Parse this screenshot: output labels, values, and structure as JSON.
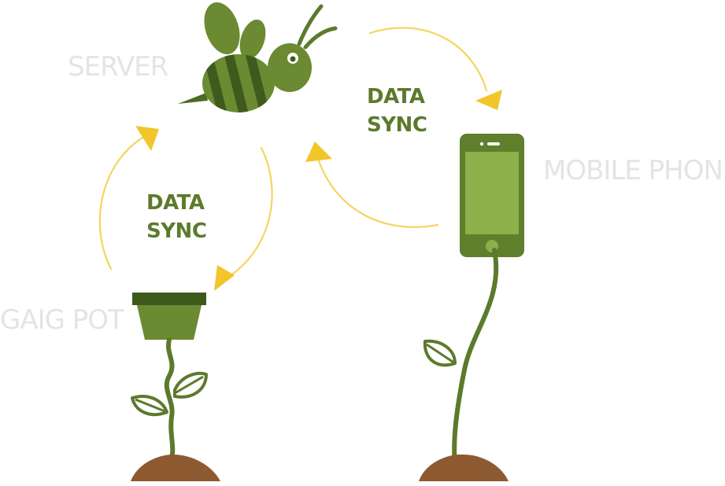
{
  "labels": {
    "server": "SERVER",
    "mobile_phone": "MOBILE PHONE",
    "gaig_pot": "GAIG POT"
  },
  "sync_labels": {
    "left": {
      "line1": "DATA",
      "line2": "SYNC"
    },
    "right": {
      "line1": "DATA",
      "line2": "SYNC"
    }
  },
  "colors": {
    "label_gray": "#e4e4e4",
    "sync_text": "#5c7a2c",
    "arrow": "#f2c62a",
    "arrow_line": "#f4d560",
    "bee_body": "#6b8a32",
    "bee_stripe": "#3f5a1c",
    "phone_body": "#5f7f2c",
    "phone_screen": "#8db04a",
    "stem": "#5c7a2c",
    "pot_rim": "#3e5a1b",
    "pot_body": "#6b8a32",
    "soil": "#8e5a32"
  },
  "icons": {
    "server": "bee-icon",
    "mobile_phone": "phone-icon",
    "gaig_pot": "plant-pot-icon"
  }
}
